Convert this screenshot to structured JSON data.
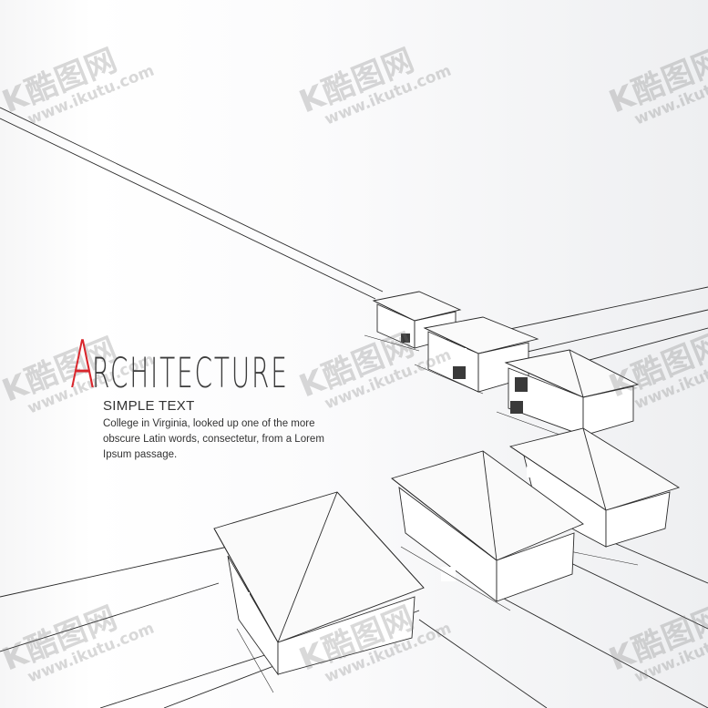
{
  "headline": {
    "first_letter": "A",
    "rest": "RCHITECTURE"
  },
  "subtitle": "SIMPLE TEXT",
  "body_lines": [
    "College in Virginia, looked up one of the more",
    "obscure Latin words, consectetur, from a Lorem",
    "Ipsum passage."
  ],
  "watermark": {
    "brand": "K酷图网",
    "url": "www.ikutu.com"
  },
  "colors": {
    "accent": "#d9262c",
    "text": "#333333",
    "line": "#2a2a2a"
  }
}
